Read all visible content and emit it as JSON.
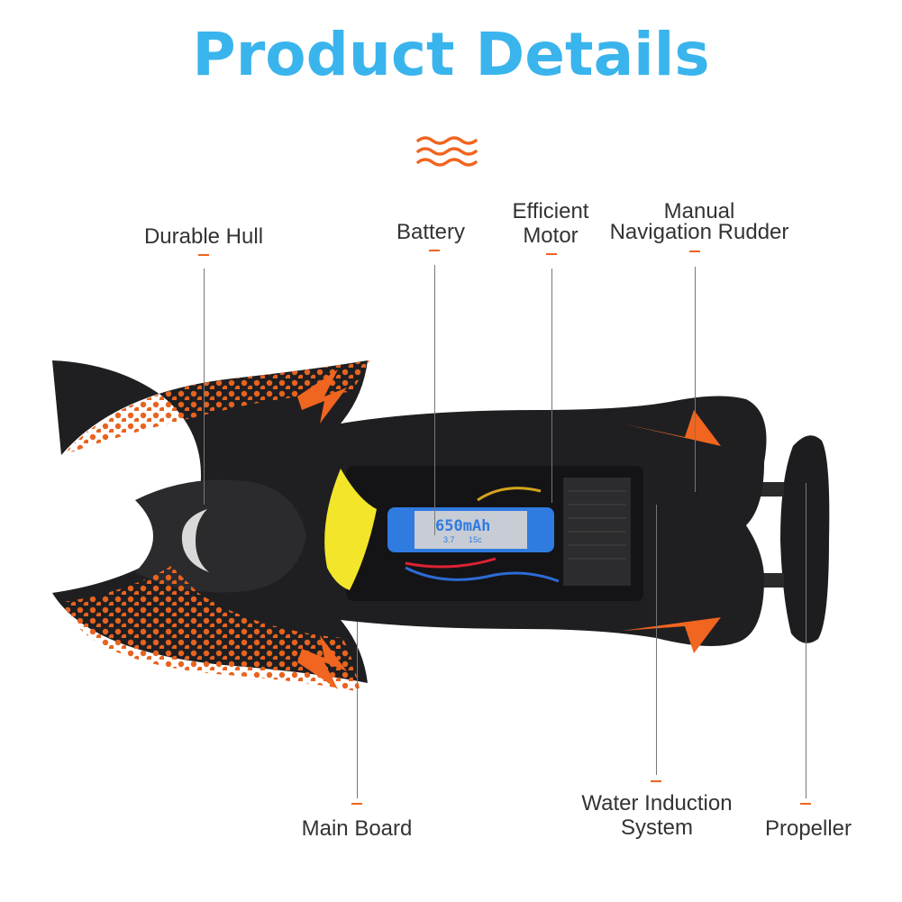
{
  "title": "Product Details",
  "accent_color": "#3ab4ec",
  "divider_color": "#f0651f",
  "labels": {
    "durable_hull": "Durable Hull",
    "battery": "Battery",
    "efficient_motor_1": "Efficient",
    "efficient_motor_2": "Motor",
    "rudder_1": "Manual",
    "rudder_2": "Navigation Rudder",
    "main_board": "Main Board",
    "water_induction_1": "Water Induction",
    "water_induction_2": "System",
    "propeller": "Propeller"
  },
  "battery_print": {
    "capacity": "650mAh",
    "voltage": "3.7",
    "rate": "15c"
  }
}
